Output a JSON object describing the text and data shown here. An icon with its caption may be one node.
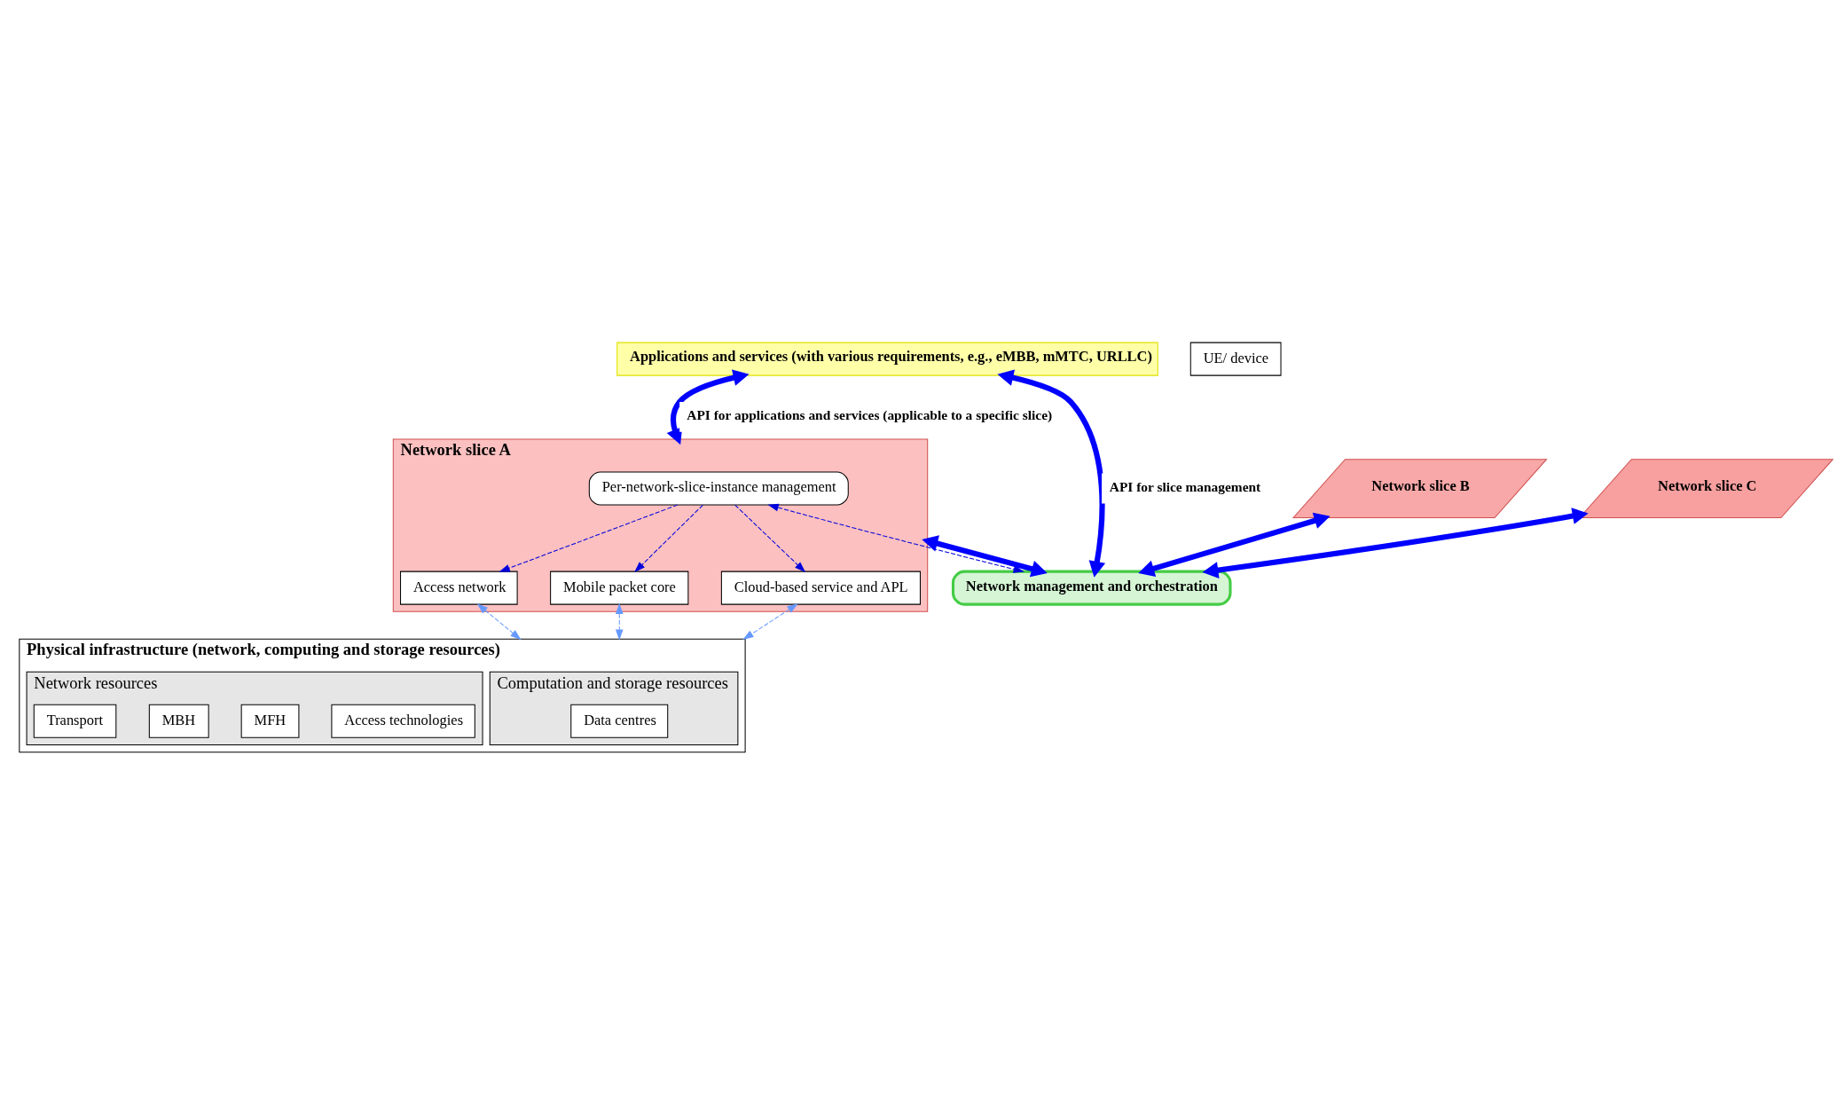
{
  "diagram": {
    "nodes": [
      {
        "text": [
          "Applications and services (with various requirements, e.g., eMBB, mMTC, URLLC)"
        ]
      },
      {
        "text": [
          "Network slice A"
        ]
      },
      {
        "text": [
          "Per-network-slice-instance management"
        ],
        "in": 1
      },
      {
        "text": [
          "Access network"
        ],
        "in": 1
      },
      {
        "text": [
          "Mobile packet core"
        ],
        "in": 1
      },
      {
        "text": [
          "Cloud-based service and APL"
        ],
        "in": 1
      },
      {
        "text": [
          "UE/ device"
        ]
      },
      {
        "text": [
          "Network slice B"
        ]
      },
      {
        "text": [
          "Network slice C"
        ]
      },
      {
        "text": [
          "Network management and orchestration"
        ]
      },
      {
        "text": [
          "Physical infrastructure (network, computing and storage resources)"
        ]
      },
      {
        "text": [
          "Computation and storage resources"
        ],
        "in": 10
      },
      {
        "text": [
          "Data centres"
        ],
        "in": 11
      },
      {
        "text": [
          "Network resources"
        ],
        "in": 10
      },
      {
        "text": [
          "Access technologies"
        ],
        "in": 13
      },
      {
        "text": [
          "MFH"
        ],
        "in": 13
      },
      {
        "text": [
          "MBH"
        ],
        "in": 13
      },
      {
        "text": [
          "Transport"
        ],
        "in": 13
      }
    ],
    "edges": [
      {
        "from": 0,
        "to": 1,
        "arrow": "both",
        "label": "API for applications and services (applicable to a specific slice)",
        "style": "thick",
        "color": "#0000ff"
      },
      {
        "from": 0,
        "to": 9,
        "arrow": "both",
        "label": "API for slice management",
        "style": "thick",
        "color": "#0000ff"
      },
      {
        "from": 2,
        "to": 9,
        "arrow": "both",
        "style": "dashed",
        "color": "#0000dd"
      },
      {
        "from": 2,
        "to": 3,
        "arrow": "to",
        "style": "dashed",
        "color": "#0000dd"
      },
      {
        "from": 2,
        "to": 4,
        "arrow": "to",
        "style": "dashed",
        "color": "#0000dd"
      },
      {
        "from": 2,
        "to": 5,
        "arrow": "to",
        "style": "dashed",
        "color": "#0000dd"
      },
      {
        "from": 3,
        "to": 10,
        "arrow": "both",
        "style": "dashed",
        "color": "#6699ff"
      },
      {
        "from": 4,
        "to": 10,
        "arrow": "both",
        "style": "dashed",
        "color": "#6699ff"
      },
      {
        "from": 5,
        "to": 10,
        "arrow": "both",
        "style": "dashed",
        "color": "#6699ff"
      },
      {
        "from": 1,
        "to": 9,
        "arrow": "both",
        "style": "thick",
        "color": "#0000ff"
      },
      {
        "from": 7,
        "to": 9,
        "arrow": "both",
        "style": "thick",
        "color": "#0000ff"
      },
      {
        "from": 8,
        "to": 9,
        "arrow": "both",
        "style": "thick",
        "color": "#0000ff"
      }
    ]
  }
}
